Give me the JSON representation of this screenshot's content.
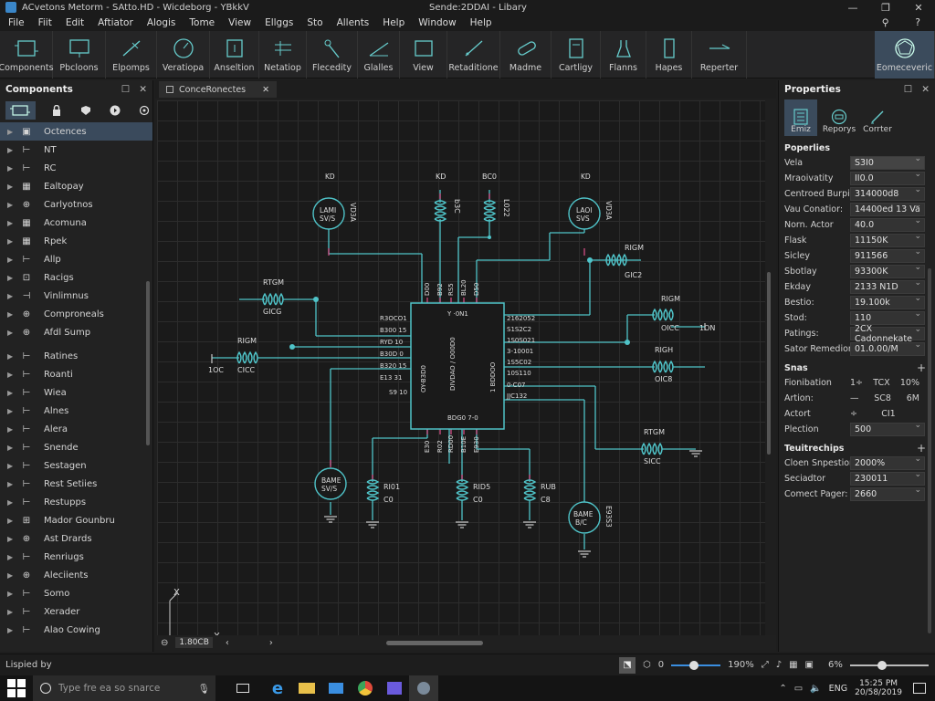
{
  "window": {
    "title_left": "ACvetons Metorm - SAtto.HD - Wicdeborg - YBkkV",
    "title_center": "Sende:2DDAI - Libary",
    "minimize": "—",
    "maximize": "❐",
    "close": "✕"
  },
  "menu": [
    "File",
    "Fiit",
    "Edit",
    "Aftiator",
    "Alogis",
    "Tome",
    "View",
    "Ellggs",
    "Sto",
    "Allents",
    "Help",
    "Window",
    "Help"
  ],
  "ribbon": [
    {
      "label": "Components",
      "icon": "components-icon"
    },
    {
      "label": "Pbcloons",
      "icon": "monitor-icon"
    },
    {
      "label": "Elpomps",
      "icon": "pen-icon"
    },
    {
      "label": "Veratiopa",
      "icon": "clock-icon"
    },
    {
      "label": "Anseltion",
      "icon": "bracket-icon"
    },
    {
      "label": "Netatiop",
      "icon": "network-icon"
    },
    {
      "label": "Flecedity",
      "icon": "probe-icon"
    },
    {
      "label": "Glalles",
      "icon": "ramp-icon"
    },
    {
      "label": "View",
      "icon": "view-icon"
    },
    {
      "label": "Retaditione",
      "icon": "ruler-icon"
    },
    {
      "label": "Madme",
      "icon": "pill-icon"
    },
    {
      "label": "Cartligy",
      "icon": "cartridge-icon"
    },
    {
      "label": "Flanns",
      "icon": "flask-icon"
    },
    {
      "label": "Hapes",
      "icon": "phone-icon"
    },
    {
      "label": "Reperter",
      "icon": "line-icon"
    },
    {
      "label": "Eomeceveric",
      "icon": "globe-icon"
    }
  ],
  "components_panel": {
    "title": "Components",
    "items": [
      {
        "label": "Octences",
        "selected": true
      },
      {
        "label": "NT"
      },
      {
        "label": "RC"
      },
      {
        "label": "Ealtopay"
      },
      {
        "label": "Carlyotnos"
      },
      {
        "label": "Acomuna"
      },
      {
        "label": "Rpek"
      },
      {
        "label": "Allp"
      },
      {
        "label": "Racigs"
      },
      {
        "label": "Vinlimnus"
      },
      {
        "label": "Comproneals"
      },
      {
        "label": "Afdl Sump"
      },
      {
        "label": "Ratines"
      },
      {
        "label": "Roanti"
      },
      {
        "label": "Wiea"
      },
      {
        "label": "Alnes"
      },
      {
        "label": "Alera"
      },
      {
        "label": "Snende"
      },
      {
        "label": "Sestagen"
      },
      {
        "label": "Rest Setiies"
      },
      {
        "label": "Restupps"
      },
      {
        "label": "Mador Gounbru"
      },
      {
        "label": "Ast Drards"
      },
      {
        "label": "Renriugs"
      },
      {
        "label": "Aleciients"
      },
      {
        "label": "Somo"
      },
      {
        "label": "Xerader"
      },
      {
        "label": "Alao Cowing"
      }
    ]
  },
  "canvas": {
    "tab_label": "ConceRonectes",
    "zoom_box": "1.80CB",
    "axis_x": "X",
    "axis_y": "X",
    "schematic": {
      "chip_left_pins": [
        "R3OCO1",
        "B300 15",
        "RYD 10",
        "B30D 0",
        "B320 15",
        "E13 31",
        "S9 10"
      ],
      "chip_right_pins": [
        "2162052",
        "S1S2C2",
        "1S0S021",
        "3-10001",
        "1S5C02",
        "10S110",
        "0·C07",
        "JJC132"
      ],
      "chip_top_pins": [
        "D00",
        "B92",
        "RS5",
        "BL20",
        "D50"
      ],
      "chip_bottom_pins": [
        "E30",
        "R02",
        "RD00",
        "B10E",
        "E930"
      ],
      "chip_inner_left": "OY-B3D0",
      "chip_inner_center": "DIVDAO / O00D0",
      "chip_inner_right": "1 BDDOO",
      "chip_top_label": "Y ·0N1",
      "chip_bottom_label": "BDG0 7-0",
      "sources": [
        {
          "top": "KD",
          "inner1": "LAMI",
          "inner2": "SV/S",
          "side": "VD3A"
        },
        {
          "top": "KD",
          "inner1": "LAOI",
          "inner2": "SVS",
          "side": "VD3A"
        },
        {
          "inner1": "BAME",
          "inner2": "SV/S"
        },
        {
          "inner1": "BAME",
          "inner2": "B/C",
          "side": "E93S3"
        }
      ],
      "resistors_top": [
        {
          "label": "KD",
          "side": "b3C"
        },
        {
          "label": "BC0",
          "side": "L022"
        }
      ],
      "resistors_left": [
        {
          "label": "RTGM",
          "sub": "GICG"
        },
        {
          "label": "RIGM",
          "sub": "CICC",
          "end": "1OC"
        }
      ],
      "resistors_right": [
        {
          "label": "RIGM",
          "sub": "GIC2"
        },
        {
          "label": "RIGM",
          "sub": "OICC",
          "end": "1ON"
        },
        {
          "label": "RIGH",
          "sub": "OIC8"
        },
        {
          "label": "RTGM",
          "sub": "SICC"
        }
      ],
      "resistors_bottom": [
        {
          "label": "RI01",
          "sub": "C0"
        },
        {
          "label": "RID5",
          "sub": "C0"
        },
        {
          "label": "RUB",
          "sub": "C8"
        }
      ]
    }
  },
  "properties": {
    "title": "Properties",
    "tabs": [
      {
        "label": "Emiz",
        "icon": "calc-icon"
      },
      {
        "label": "Reporys",
        "icon": "ring-icon"
      },
      {
        "label": "Corrter",
        "icon": "pen-icon"
      }
    ],
    "section1": "Poperlies",
    "rows": [
      {
        "k": "Vela",
        "v": "S3I0"
      },
      {
        "k": "Mraoivatity",
        "v": "II0.0"
      },
      {
        "k": "Centroed Burpity",
        "v": "314000d8"
      },
      {
        "k": "Vau Conatior:",
        "v": "14400ed 13 Va"
      },
      {
        "k": "Norn. Actor",
        "v": "40.0"
      },
      {
        "k": "Flask",
        "v": "11150K"
      },
      {
        "k": "Sicley",
        "v": "911566"
      },
      {
        "k": "Sbotlay",
        "v": "93300K"
      },
      {
        "k": "Ekday",
        "v": "2133 N1D"
      },
      {
        "k": "Bestio:",
        "v": "19.100k"
      },
      {
        "k": "Stod:",
        "v": "110"
      },
      {
        "k": "Patings:",
        "v": "2CX Cadonnekate"
      },
      {
        "k": "Sator Remedion:",
        "v": "01.0.00/M"
      }
    ],
    "section2": "Snas",
    "tri_rows": [
      {
        "k": "Fionibation",
        "a": "1÷",
        "b": "TCX",
        "c": "10%"
      },
      {
        "k": "Artion:",
        "a": "—",
        "b": "SC8",
        "c": "6M"
      },
      {
        "k": "Actort",
        "a": "÷",
        "b": "CI1",
        "c": ""
      }
    ],
    "row_after": {
      "k": "Plection",
      "v": "500"
    },
    "section3": "Teuitrechips",
    "rows2": [
      {
        "k": "Cloen Snpestion:",
        "v": "2000%"
      },
      {
        "k": "Seciadtor",
        "v": "230011"
      },
      {
        "k": "Comect Pager:",
        "v": "2660"
      }
    ]
  },
  "status": {
    "left": "Lispied by",
    "zoom_left": "0",
    "zoom_pct": "190%",
    "zoom_right": "6%"
  },
  "taskbar": {
    "search_placeholder": "Type fre ea so snarce",
    "lang": "ENG",
    "time": "15:25 PM",
    "date": "20/58/2019"
  }
}
